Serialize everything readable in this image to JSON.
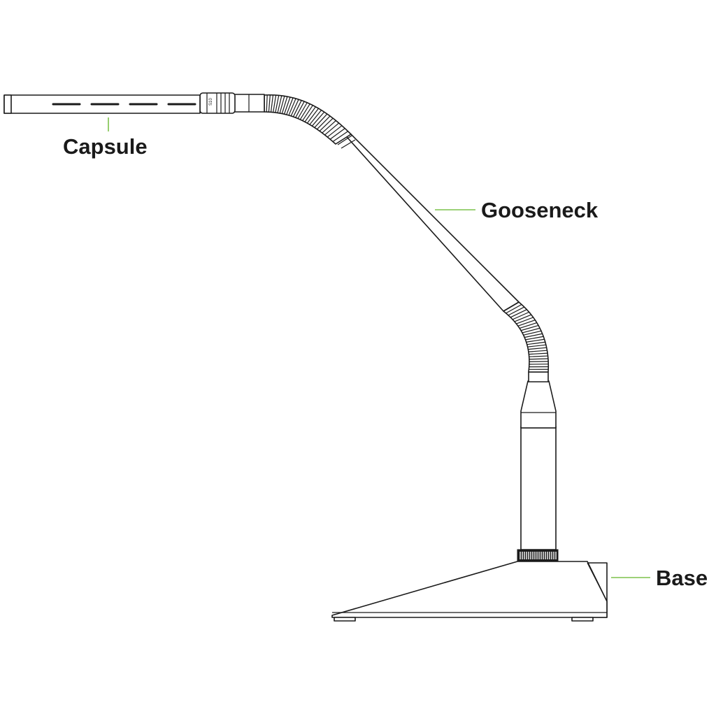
{
  "labels": {
    "capsule": "Capsule",
    "gooseneck": "Gooseneck",
    "base": "Base"
  },
  "capsule_marking": "S10",
  "colors": {
    "line": "#1a1a1a",
    "leader": "#7dc24b",
    "background": "#ffffff"
  }
}
